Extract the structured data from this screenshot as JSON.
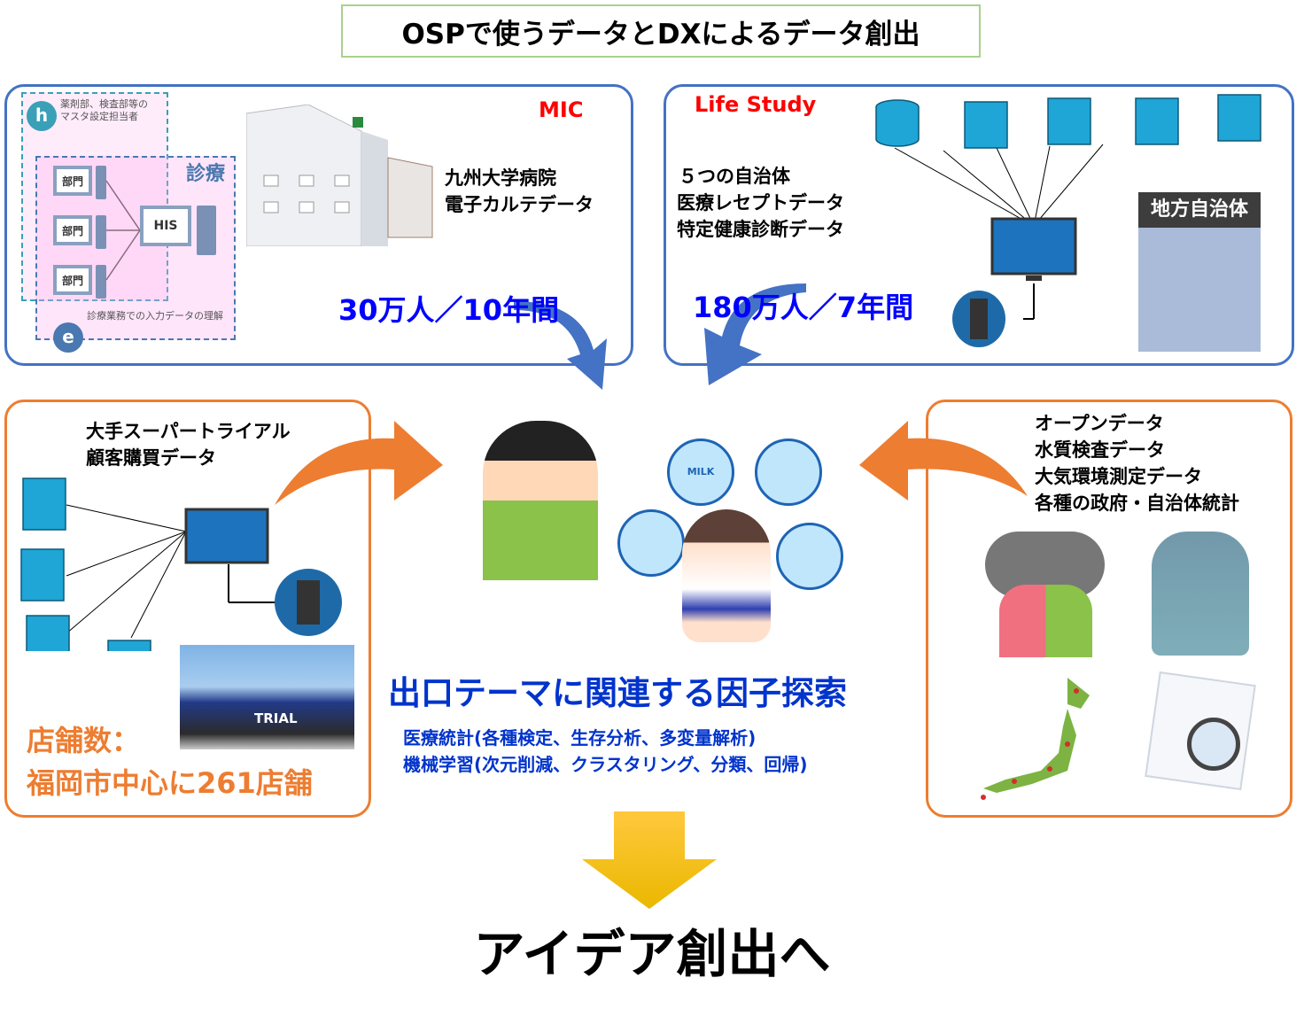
{
  "title": "OSPで使うデータとDXによるデータ創出",
  "mic_panel": {
    "label": "MIC",
    "hospital_line1": "九州大学病院",
    "hospital_line2": "電子カルテデータ",
    "count": "30万人／10年間",
    "diagram": {
      "role_top": "薬剤部、検査部等の",
      "role_top2": "マスタ設定担当者",
      "role_top_icon": "h",
      "area_label": "診療",
      "dept_labels": [
        "部門",
        "部門",
        "部門"
      ],
      "central": "HIS",
      "role_bottom": "診療業務での入力データの理解",
      "role_bottom_icon": "e"
    }
  },
  "life_panel": {
    "label": "Life Study",
    "line1": "５つの自治体",
    "line2": "医療レセプトデータ",
    "line3": "特定健康診断データ",
    "count": "180万人／7年間",
    "building_sign": "地方自治体"
  },
  "trial_panel": {
    "line1": "大手スーパートライアル",
    "line2": "顧客購買データ",
    "store_line1": "店舗数：",
    "store_line2": "福岡市中心に261店舗",
    "photo_sign": "TRIAL"
  },
  "open_panel": {
    "lines": [
      "オープンデータ",
      "水質検査データ",
      "大気環境測定データ",
      "各種の政府・自治体統計"
    ]
  },
  "center": {
    "title": "出口テーマに関連する因子探索",
    "method1": "医療統計(各種検定、生存分析、多変量解析)",
    "method2": "機械学習(次元削減、クラスタリング、分類、回帰)",
    "food_labels": [
      "MILK"
    ]
  },
  "final": "アイデア創出へ",
  "colors": {
    "blue_border": "#4472c4",
    "orange": "#ed7d31",
    "red": "#ff0000",
    "count_blue": "#0000ff",
    "center_blue": "#0033cc",
    "title_border": "#a9d18e",
    "yellow_arrow": "#ffc000"
  }
}
